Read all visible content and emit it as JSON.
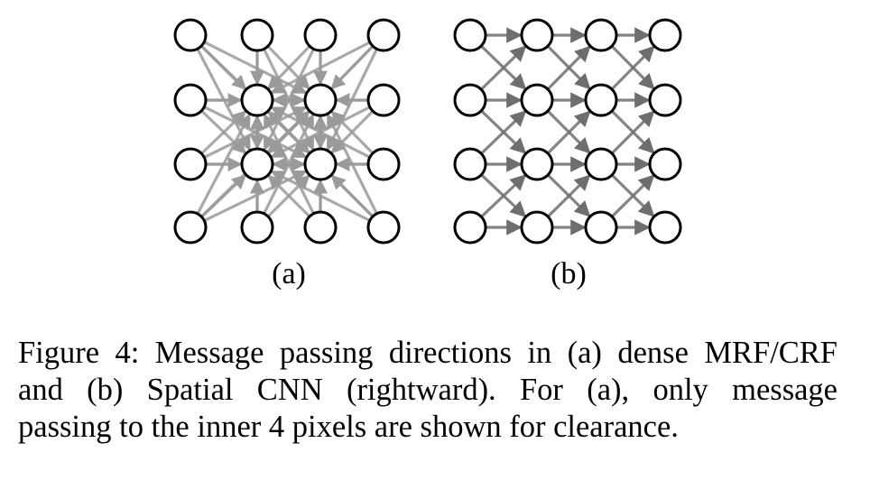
{
  "panels": [
    {
      "id": "a",
      "label": "(a)"
    },
    {
      "id": "b",
      "label": "(b)"
    }
  ],
  "caption": {
    "lines": [
      "Figure 4: Message passing directions in (a) dense MRF/CRF",
      "and (b) Spatial CNN (rightward). For (a), only message",
      "passing to the inner 4 pixels are shown for clearance."
    ]
  },
  "colors": {
    "node_stroke": "#000000",
    "node_fill": "#ffffff",
    "dense_edge": "#9a9a9a",
    "scnn_edge": "#6e6e6e"
  }
}
